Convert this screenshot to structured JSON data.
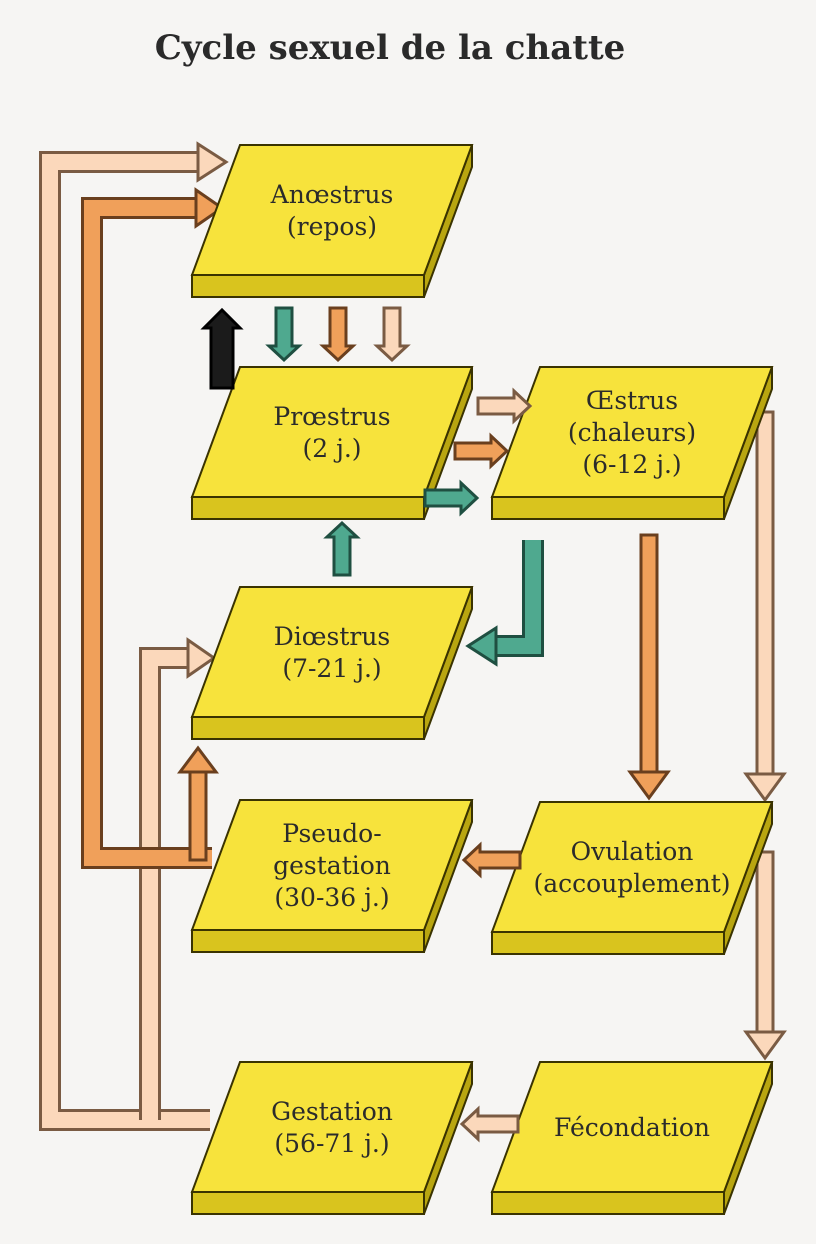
{
  "title": "Cycle sexuel de la chatte",
  "colors": {
    "box_top": "#f7e33c",
    "box_side": "#b9a610",
    "box_front": "#d9c41e",
    "arrow_peach": "#fbd8bb",
    "arrow_orange": "#f0a05a",
    "arrow_teal": "#4fa98f",
    "arrow_black": "#1b1b1b"
  },
  "stages": [
    {
      "id": "anoestrus",
      "lines": [
        "Anœstrus",
        "(repos)"
      ]
    },
    {
      "id": "proestrus",
      "lines": [
        "Prœstrus",
        "(2 j.)"
      ]
    },
    {
      "id": "oestrus",
      "lines": [
        "Œstrus",
        "(chaleurs)",
        "(6-12 j.)"
      ]
    },
    {
      "id": "dioestrus",
      "lines": [
        "Diœstrus",
        "(7-21 j.)"
      ]
    },
    {
      "id": "pseudogestation",
      "lines": [
        "Pseudo-",
        "gestation",
        "(30-36 j.)"
      ]
    },
    {
      "id": "ovulation",
      "lines": [
        "Ovulation",
        "(accouplement)"
      ]
    },
    {
      "id": "gestation",
      "lines": [
        "Gestation",
        "(56-71 j.)"
      ]
    },
    {
      "id": "fecondation",
      "lines": [
        "Fécondation"
      ]
    }
  ]
}
